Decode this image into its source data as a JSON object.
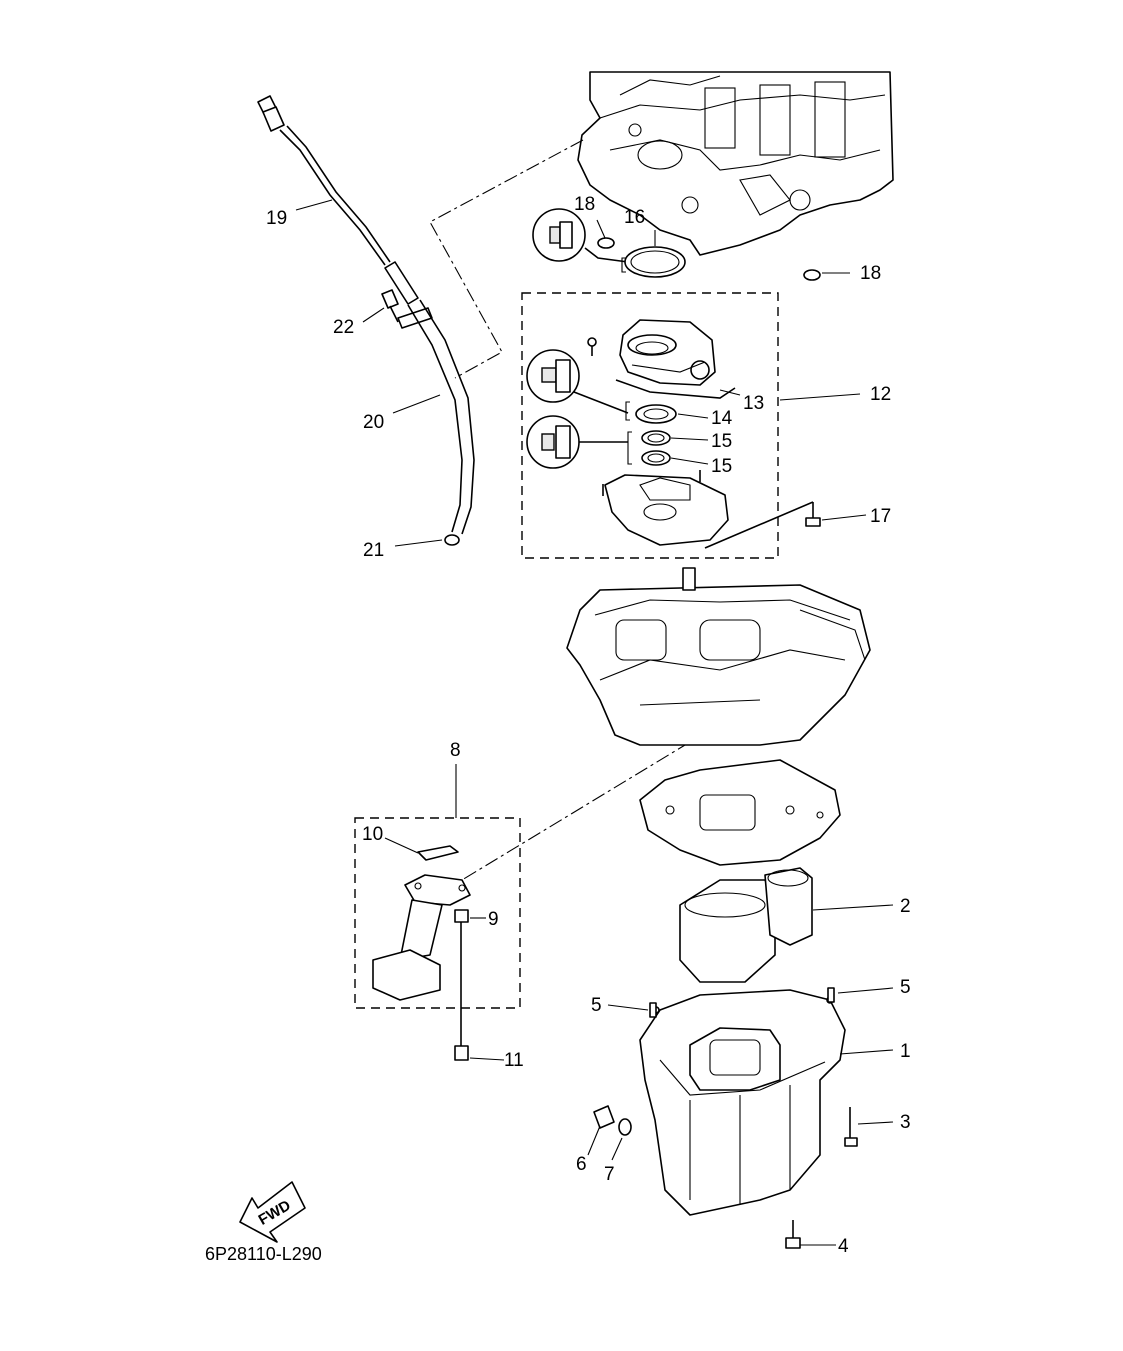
{
  "diagram": {
    "drawing_code": "6P28110-L290",
    "direction_label": "FWD",
    "callouts": {
      "c1": "1",
      "c2": "2",
      "c3": "3",
      "c4": "4",
      "c5a": "5",
      "c5b": "5",
      "c6": "6",
      "c7": "7",
      "c8": "8",
      "c9": "9",
      "c10": "10",
      "c11": "11",
      "c12": "12",
      "c13": "13",
      "c14": "14",
      "c15a": "15",
      "c15b": "15",
      "c16": "16",
      "c17": "17",
      "c18a": "18",
      "c18b": "18",
      "c19": "19",
      "c20": "20",
      "c21": "21",
      "c22": "22"
    }
  }
}
